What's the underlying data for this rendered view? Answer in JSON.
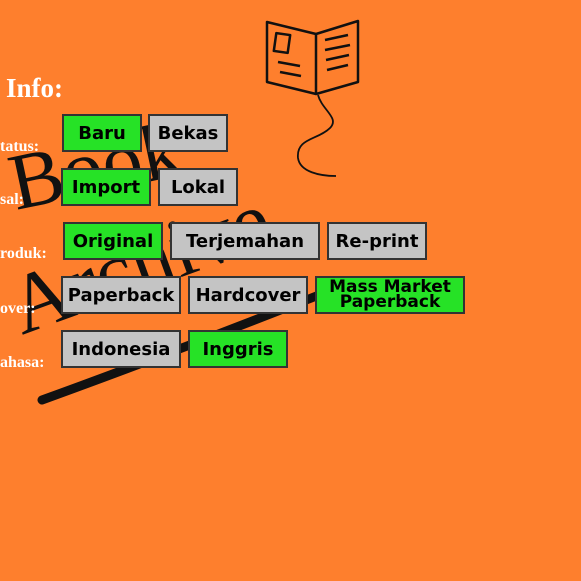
{
  "info_title": "Info:",
  "rows": [
    {
      "label": "tatus:",
      "options": [
        {
          "text": "Baru",
          "selected": true
        },
        {
          "text": "Bekas",
          "selected": false
        }
      ]
    },
    {
      "label": "sal:",
      "options": [
        {
          "text": "Import",
          "selected": true
        },
        {
          "text": "Lokal",
          "selected": false
        }
      ]
    },
    {
      "label": "roduk:",
      "options": [
        {
          "text": "Original",
          "selected": true
        },
        {
          "text": "Terjemahan",
          "selected": false
        },
        {
          "text": "Re-print",
          "selected": false
        }
      ]
    },
    {
      "label": "over:",
      "options": [
        {
          "text": "Paperback",
          "selected": false
        },
        {
          "text": "Hardcover",
          "selected": false
        },
        {
          "text": "Mass Market Paperback",
          "selected": true
        }
      ]
    },
    {
      "label": "ahasa:",
      "options": [
        {
          "text": "Indonesia",
          "selected": false
        },
        {
          "text": "Inggris",
          "selected": true
        }
      ]
    }
  ],
  "logo": {
    "text": "Book Archive",
    "icon": "open-book-icon"
  },
  "colors": {
    "background": "#fe7f2d",
    "selected": "#26e226",
    "unselected": "#c4c4c4",
    "border": "#333333"
  }
}
